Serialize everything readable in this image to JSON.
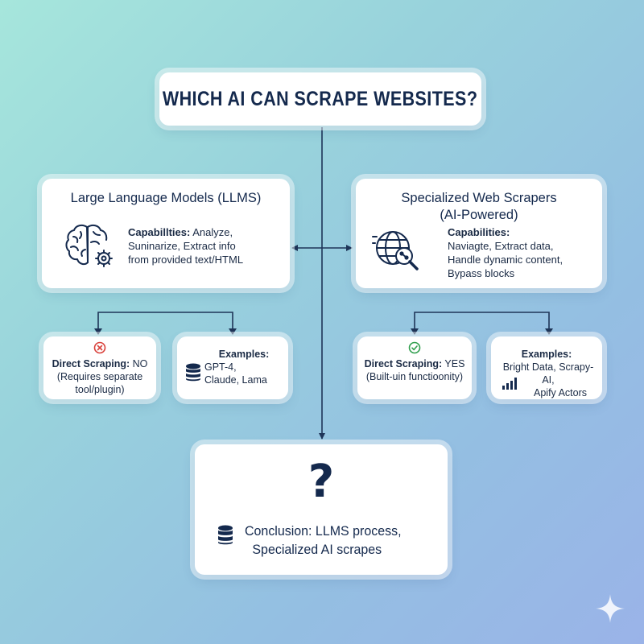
{
  "title": "WHICH AI CAN SCRAPE WEBSITES?",
  "llm": {
    "title": "Large Language Models (LLMS)",
    "cap_label": "Capabillties:",
    "cap_line1_rest": "Analyze,",
    "cap_line2": "Suninarize, Extract info",
    "cap_line3": "from provided text/HTML",
    "icon": "brain-gear-icon",
    "direct": {
      "icon": "x-circle-icon",
      "label": "Direct Scraping:",
      "value": "NO",
      "note_line1": "(Requires separate",
      "note_line2": "tool/plugin)"
    },
    "examples": {
      "icon": "database-icon",
      "heading": "Examples:",
      "line1": "GPT-4,",
      "line2": "Claude, Lama"
    }
  },
  "scrapers": {
    "title_line1": "Specialized Web Scrapers",
    "title_line2": "(AI-Powered)",
    "cap_label": "Capabilities:",
    "cap_line2": "Naviagte, Extract data,",
    "cap_line3": "Handle dynamic content,",
    "cap_line4": "Bypass blocks",
    "icon": "globe-search-icon",
    "direct": {
      "icon": "check-circle-icon",
      "label": "Direct Scraping:",
      "value": "YES",
      "note_line1": "(Built-uin functioonity)"
    },
    "examples": {
      "icon": "bar-chart-icon",
      "heading": "Examples:",
      "line1": "Bright Data, Scrapy-AI,",
      "line2": "Apify Actors"
    }
  },
  "conclusion": {
    "symbol": "?",
    "icon": "database-icon",
    "line1": "Conclusion: LLMS process,",
    "line2": "Specialized AI scrapes"
  },
  "colors": {
    "navy": "#14294d",
    "line": "#1e3558",
    "red": "#d9413b",
    "green": "#2f9e4c"
  }
}
